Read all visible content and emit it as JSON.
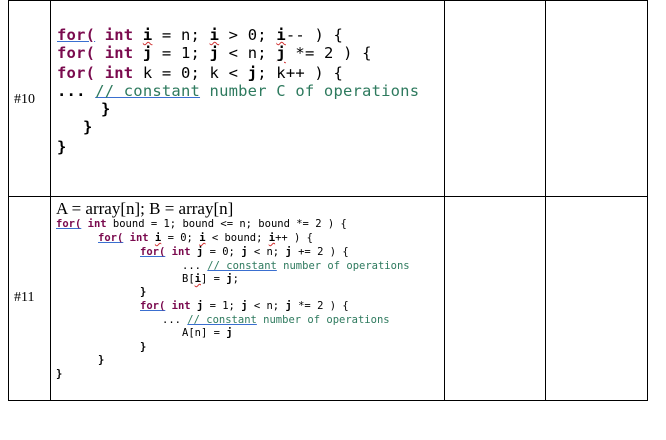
{
  "rows": [
    {
      "label": "#10",
      "lines": [
        "for( int i = n; i > 0; i-- ) {",
        "for( int j = 1; j < n; j *= 2 ) {",
        "for( int k = 0; k < j; k++ ) {",
        "... // constant number C of operations",
        "}",
        "}",
        "}"
      ]
    },
    {
      "label": "#11",
      "header": "A = array[n]; B = array[n]",
      "lines": [
        "for( int bound = 1; bound <= n; bound *= 2 ) {",
        "for( int i = 0; i < bound; i++ ) {",
        "for( int j = 0; j < n; j += 2 ) {",
        "... // constant number of operations",
        "B[i] = j;",
        "}",
        "for( int j = 1; j < n; j *= 2 ) {",
        "... // constant number of operations",
        "A[n] = j",
        "}",
        "}",
        "}"
      ]
    }
  ]
}
